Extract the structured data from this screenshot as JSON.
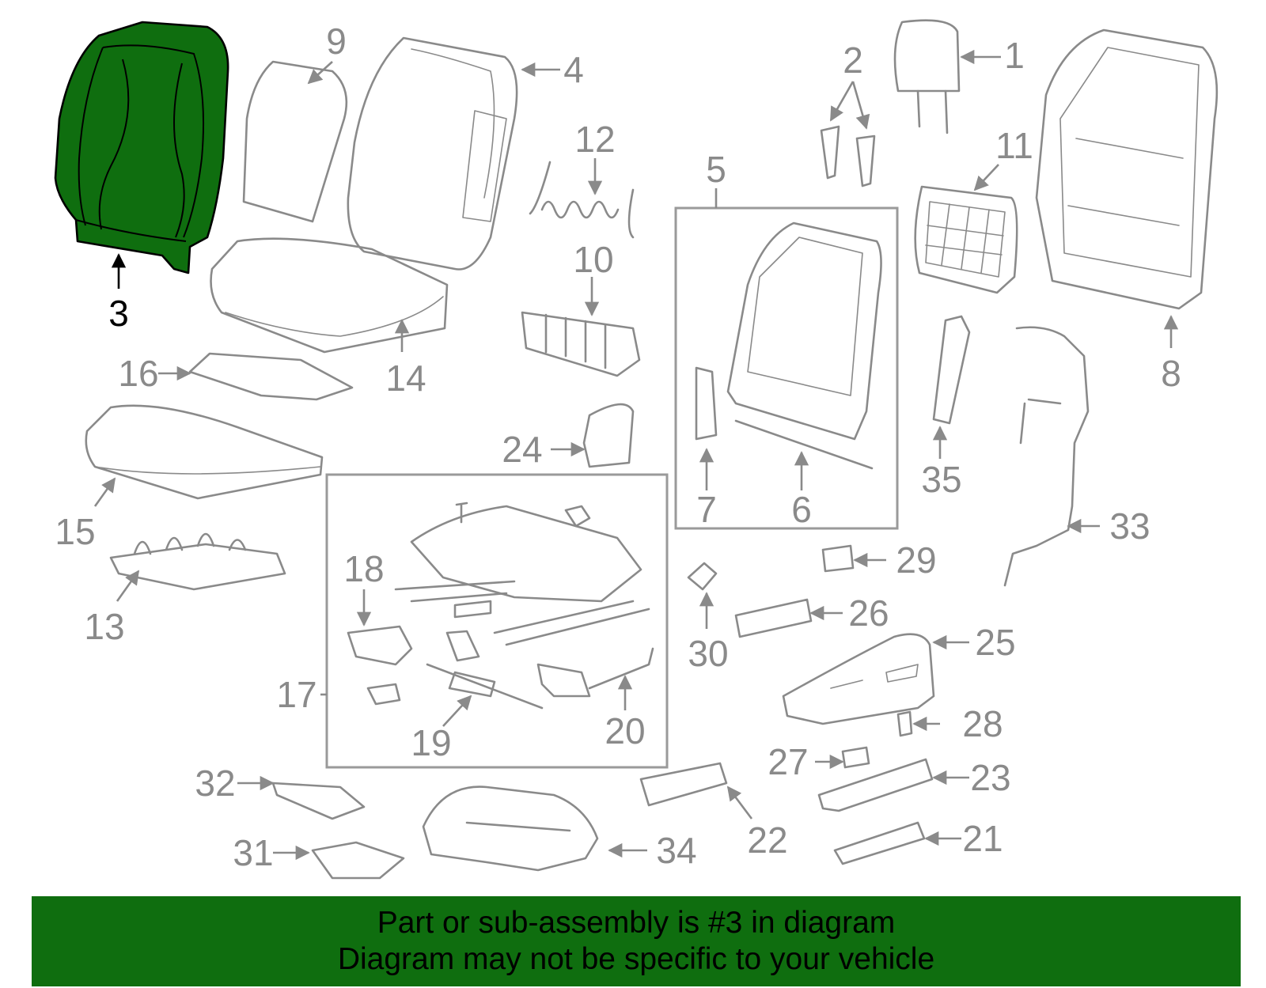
{
  "highlight_color": "#0f6e0f",
  "highlighted_part": "3",
  "callouts": [
    "1",
    "2",
    "3",
    "4",
    "5",
    "6",
    "7",
    "8",
    "9",
    "10",
    "11",
    "12",
    "13",
    "14",
    "15",
    "16",
    "17",
    "18",
    "19",
    "20",
    "21",
    "22",
    "23",
    "24",
    "25",
    "26",
    "27",
    "28",
    "29",
    "30",
    "31",
    "32",
    "33",
    "34",
    "35"
  ],
  "banner": {
    "line1": "Part or sub-assembly is #3 in diagram",
    "line2": "Diagram may not be specific to your vehicle"
  }
}
